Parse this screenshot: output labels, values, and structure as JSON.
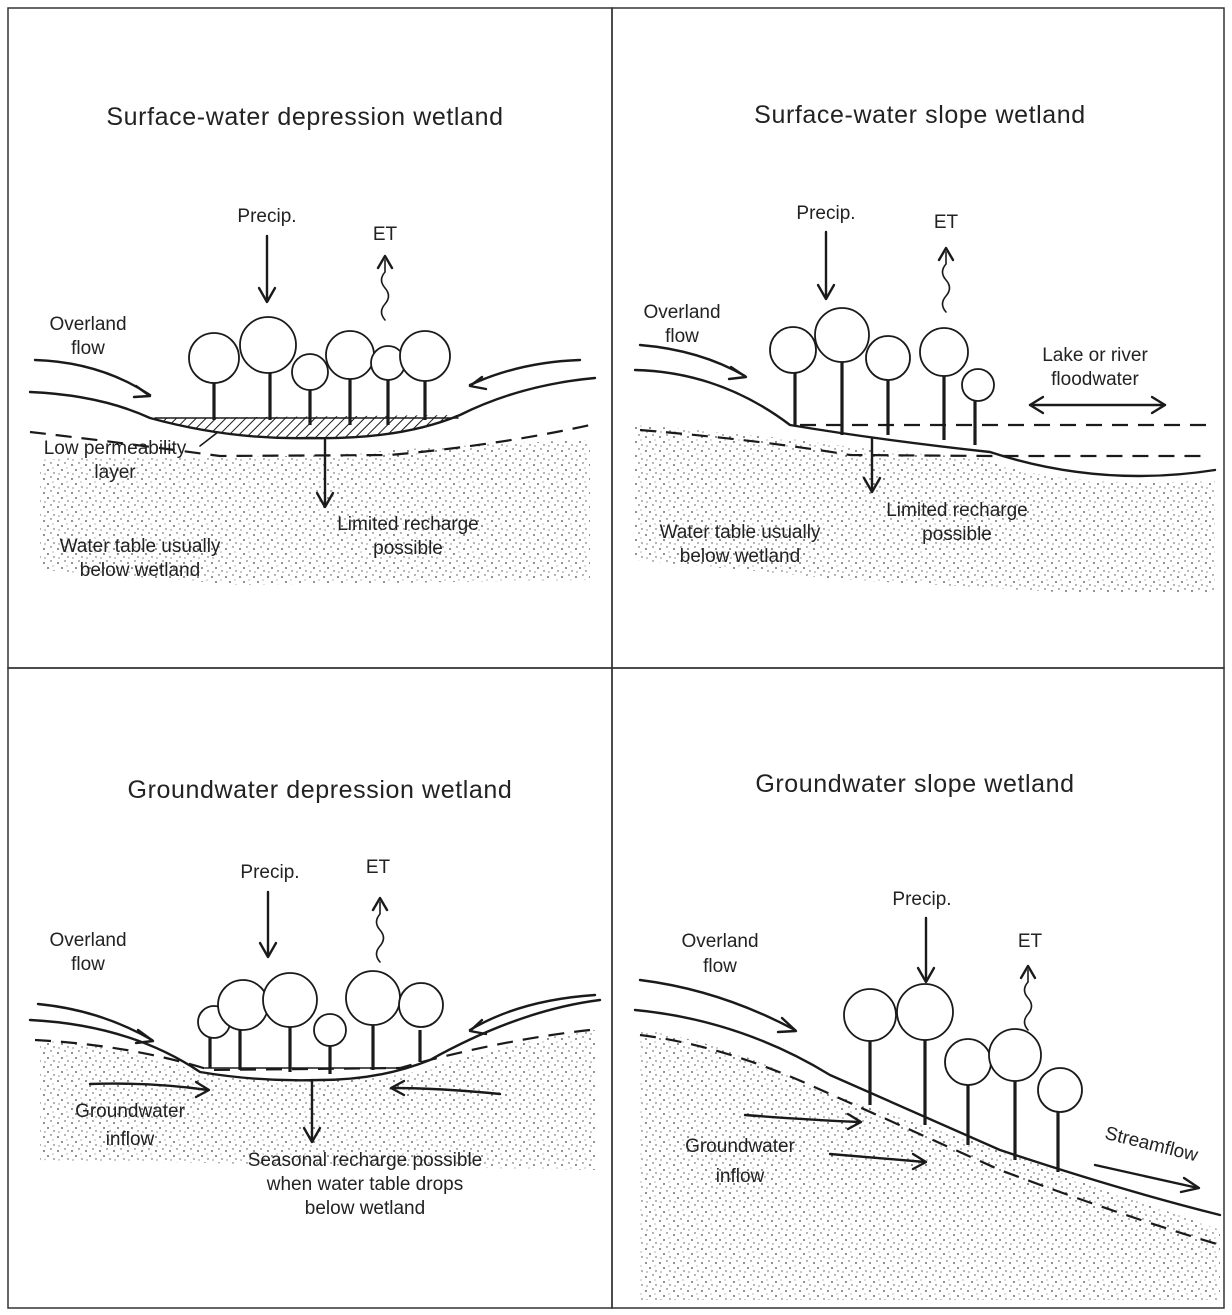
{
  "panels": {
    "surface_depression": {
      "title": "Surface-water depression wetland",
      "precip": "Precip.",
      "et": "ET",
      "overland_1": "Overland",
      "overland_2": "flow",
      "low_perm_1": "Low permeability",
      "low_perm_2": "layer",
      "recharge_1": "Limited recharge",
      "recharge_2": "possible",
      "watertable_1": "Water table usually",
      "watertable_2": "below wetland"
    },
    "surface_slope": {
      "title": "Surface-water slope wetland",
      "precip": "Precip.",
      "et": "ET",
      "overland_1": "Overland",
      "overland_2": "flow",
      "lake_1": "Lake or river",
      "lake_2": "floodwater",
      "recharge_1": "Limited recharge",
      "recharge_2": "possible",
      "watertable_1": "Water table usually",
      "watertable_2": "below wetland"
    },
    "ground_depression": {
      "title": "Groundwater depression wetland",
      "precip": "Precip.",
      "et": "ET",
      "overland_1": "Overland",
      "overland_2": "flow",
      "gw_1": "Groundwater",
      "gw_2": "inflow",
      "seasonal_1": "Seasonal recharge possible",
      "seasonal_2": "when water table drops",
      "seasonal_3": "below wetland"
    },
    "ground_slope": {
      "title": "Groundwater slope wetland",
      "precip": "Precip.",
      "et": "ET",
      "overland_1": "Overland",
      "overland_2": "flow",
      "gw_1": "Groundwater",
      "gw_2": "inflow",
      "streamflow": "Streamflow"
    }
  }
}
